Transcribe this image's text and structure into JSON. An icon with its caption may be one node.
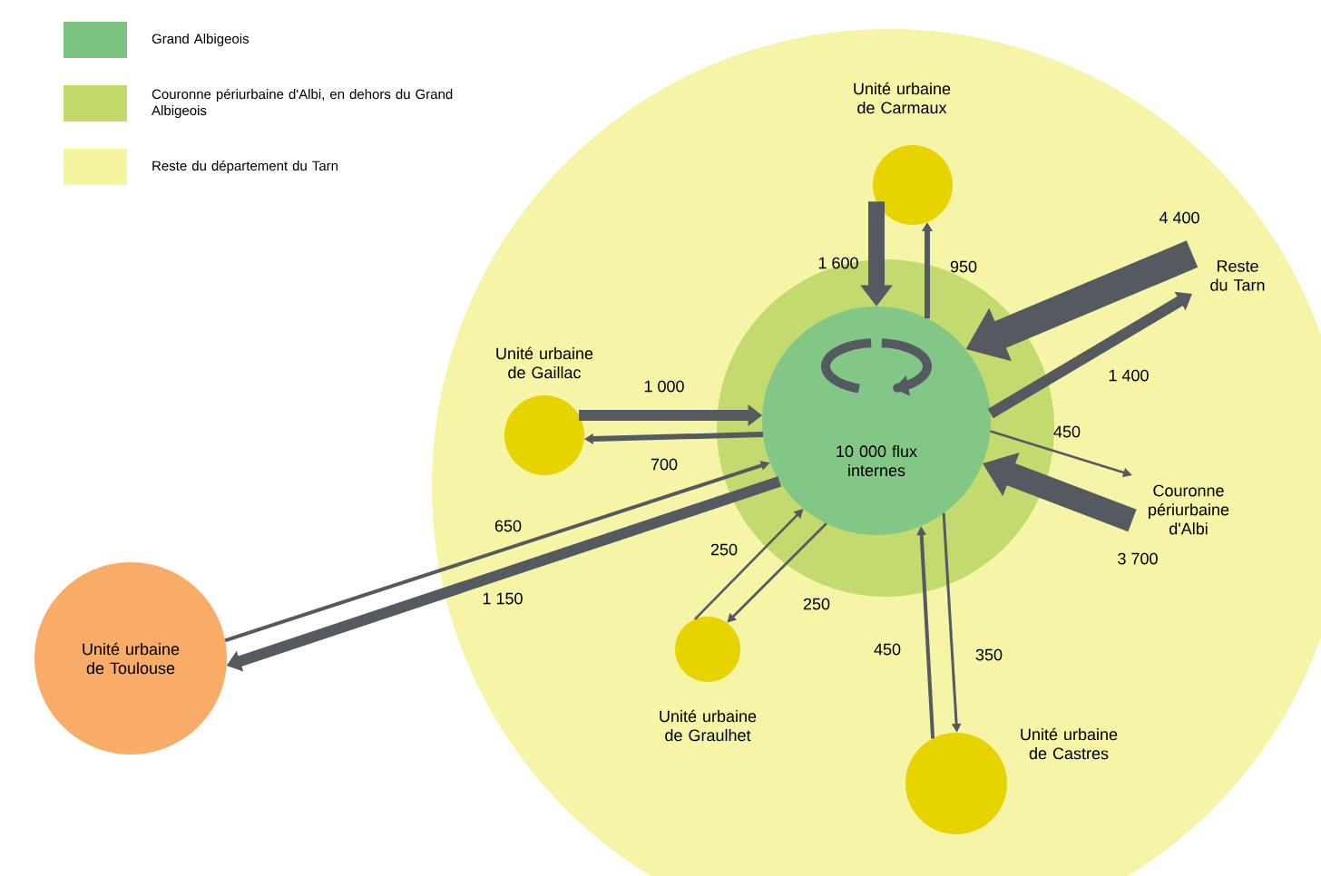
{
  "diagram": {
    "nodes": [
      {
        "text": [
          "Unité urbaine de Carmaux"
        ]
      },
      {
        "text": [
          "Reste du Tarn"
        ]
      },
      {
        "text": [
          "Unité urbaine de Gaillac"
        ]
      },
      {
        "text": [
          "10 000 flux internes"
        ]
      },
      {
        "text": [
          "Couronne périurbaine d'Albi"
        ]
      },
      {
        "text": [
          "Unité urbaine de Toulouse"
        ]
      },
      {
        "text": [
          "Unité urbaine de Graulhet"
        ]
      },
      {
        "text": [
          "Unité urbaine de Castres"
        ]
      }
    ],
    "edges": [
      {
        "from": 0,
        "to": 3,
        "arrow": "to",
        "label": "1 600",
        "style": "thick"
      },
      {
        "from": 3,
        "to": 0,
        "arrow": "to",
        "label": "950"
      },
      {
        "from": 1,
        "to": 3,
        "arrow": "to",
        "label": "4 400",
        "style": "thick"
      },
      {
        "from": 3,
        "to": 1,
        "arrow": "to",
        "label": "1 400",
        "style": "thick"
      },
      {
        "from": 2,
        "to": 3,
        "arrow": "to",
        "label": "1 000",
        "style": "thick"
      },
      {
        "from": 3,
        "to": 2,
        "arrow": "to",
        "label": "700"
      },
      {
        "from": 5,
        "to": 3,
        "arrow": "to",
        "label": "650"
      },
      {
        "from": 3,
        "to": 5,
        "arrow": "to",
        "label": "1 150",
        "style": "thick"
      },
      {
        "from": 6,
        "to": 3,
        "arrow": "to",
        "label": "250"
      },
      {
        "from": 3,
        "to": 6,
        "arrow": "to",
        "label": "250"
      },
      {
        "from": 7,
        "to": 3,
        "arrow": "to",
        "label": "450"
      },
      {
        "from": 3,
        "to": 7,
        "arrow": "to",
        "label": "350"
      },
      {
        "from": 3,
        "to": 4,
        "arrow": "to",
        "label": "450"
      },
      {
        "from": 4,
        "to": 3,
        "arrow": "to",
        "label": "3 700",
        "style": "thick"
      }
    ],
    "legend": [
      {
        "text": "Grand Albigeois",
        "color": "#7cc47f"
      },
      {
        "text": "Couronne périurbaine d'Albi, en dehors du Grand Albigeois",
        "color": "#c2d96b"
      },
      {
        "text": "Reste du département du Tarn",
        "color": "#f5f3a0"
      }
    ]
  }
}
